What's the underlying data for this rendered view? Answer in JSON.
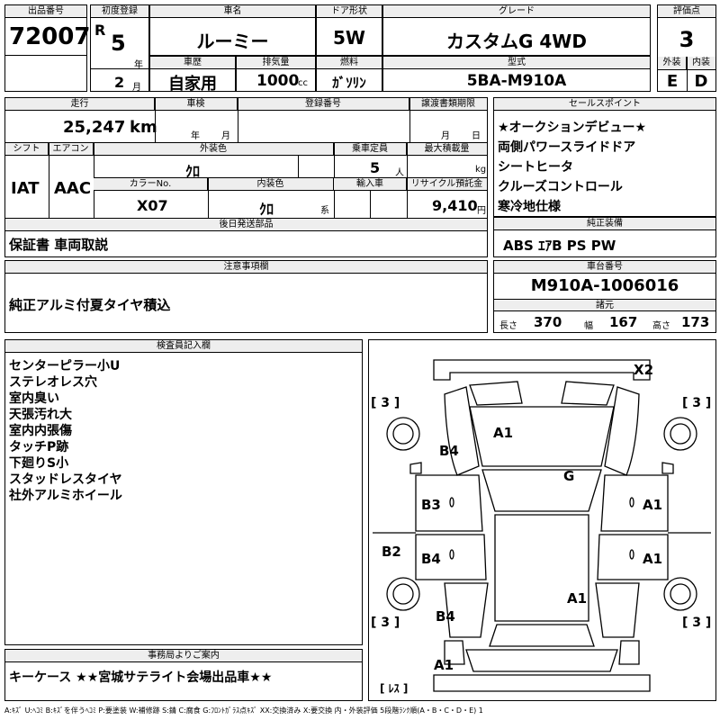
{
  "header": {
    "lot_label": "出品番号",
    "lot": "72007",
    "first_reg_label": "初度登録",
    "era": "R",
    "year_num": "5",
    "year_unit": "年",
    "month_num": "2",
    "month_unit": "月",
    "car_name_label": "車名",
    "car_name": "ルーミー",
    "door_label": "ドア形状",
    "door": "5W",
    "grade_label": "グレード",
    "grade": "カスタムG 4WD",
    "score_label": "評価点",
    "score": "3",
    "history_label": "車歴",
    "history": "自家用",
    "displacement_label": "排気量",
    "displacement": "1000",
    "displacement_unit": "cc",
    "fuel_label": "燃料",
    "fuel": "ｶﾞｿﾘﾝ",
    "model_label": "型式",
    "model": "5BA-M910A",
    "exterior_label": "外装",
    "exterior": "E",
    "interior_label": "内装",
    "interior": "D"
  },
  "mid": {
    "mileage_label": "走行",
    "mileage": "25,247",
    "mileage_unit": "km",
    "inspection_label": "車検",
    "insp_year": "年",
    "insp_month": "月",
    "plate_label": "登録番号",
    "transfer_label": "譲渡書類期限",
    "transfer_month": "月",
    "transfer_day": "日",
    "shift_label": "シフト",
    "shift": "IAT",
    "ac_label": "エアコン",
    "ac": "AAC",
    "color_label": "外装色",
    "color": "ｸﾛ",
    "capacity_label": "乗車定員",
    "capacity": "5",
    "capacity_unit": "人",
    "load_label": "最大積載量",
    "load_unit": "kg",
    "colorno_label": "カラーNo.",
    "colorno": "X07",
    "int_color_label": "内装色",
    "int_color": "ｸﾛ",
    "int_color_unit": "系",
    "import_label": "輸入車",
    "recycle_label": "リサイクル預託金",
    "recycle": "9,410",
    "recycle_unit": "円",
    "later_label": "後日発送部品",
    "later": "保証書 車両取説"
  },
  "sales": {
    "label": "セールスポイント",
    "items": [
      "★オークションデビュー★",
      "両側パワースライドドア",
      "シートヒータ",
      "クルーズコントロール",
      "寒冷地仕様"
    ]
  },
  "equip": {
    "label": "純正装備",
    "value": "ABS ｴｱB PS PW"
  },
  "notes": {
    "label": "注意事項欄",
    "value": "純正アルミ付夏タイヤ積込"
  },
  "chassis": {
    "label": "車台番号",
    "value": "M910A-1006016",
    "dims_label": "諸元",
    "length_label": "長さ",
    "length": "370",
    "width_label": "幅",
    "width": "167",
    "height_label": "高さ",
    "height": "173"
  },
  "inspector": {
    "label": "検査員記入欄",
    "items": [
      "センターピラー小U",
      "ステレオレス穴",
      "室内臭い",
      "天張汚れ大",
      "室内内張傷",
      "タッチP跡",
      "下廻りS小",
      "スタッドレスタイヤ",
      "社外アルミホイール"
    ]
  },
  "diagram": {
    "marks": {
      "x2": "X2",
      "a1_hood": "A1",
      "b4_fl": "B4",
      "g_glass": "G",
      "b3_lf": "B3",
      "a1_rf": "A1",
      "b2_l": "B2",
      "b4_lr": "B4",
      "a1_rr": "A1",
      "a1_roof": "A1",
      "b4_rear": "B4",
      "a1_bottom": "A1"
    },
    "tires": {
      "fl": "3",
      "fr": "3",
      "rl": "3",
      "rr": "3"
    },
    "reless": "ﾚｽ"
  },
  "office": {
    "label": "事務局よりご案内",
    "value": "キーケース ★★宮城サテライト会場出品車★★"
  },
  "legend": "A:ｷｽﾞ U:ﾍｺﾐ B:ｷｽﾞを伴うﾍｺﾐ P:要塗装 W:補修跡 S:錆 C:腐食 G:ﾌﾛﾝﾄｶﾞﾗｽ点ｷｽﾞ XX:交換済み X:要交換 内・外装評価 5段階ﾗﾝｸ順(A・B・C・D・E) 1"
}
